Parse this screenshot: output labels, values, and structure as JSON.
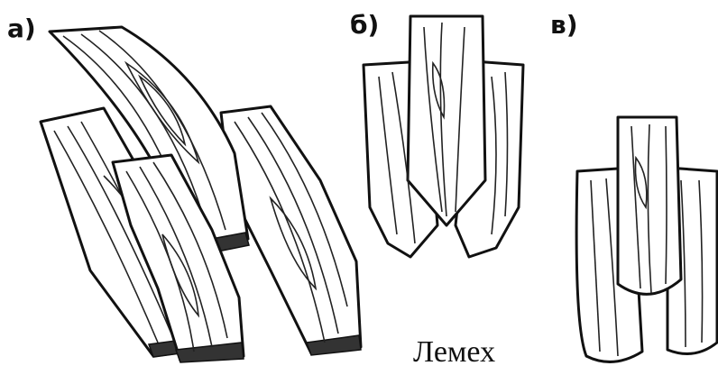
{
  "panels": {
    "a": {
      "label": "а)",
      "shape": "curved-plank-shingles"
    },
    "b": {
      "label": "б)",
      "shape": "pointed-shingles"
    },
    "v": {
      "label": "в)",
      "shape": "rounded-shingles"
    }
  },
  "caption": "Лемех",
  "colors": {
    "ink": "#111111",
    "paper": "#ffffff"
  }
}
